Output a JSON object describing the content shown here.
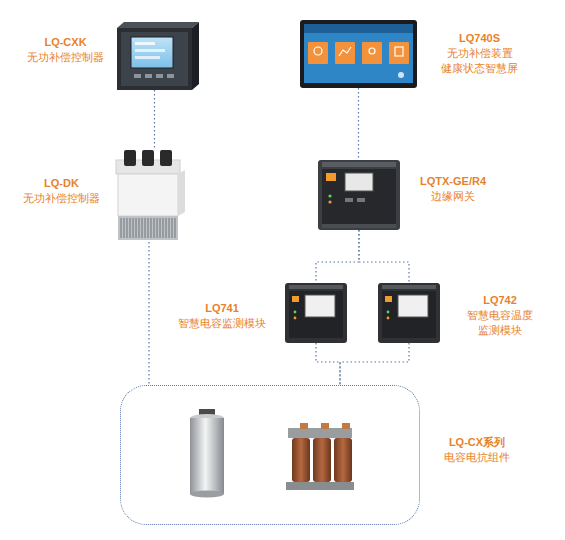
{
  "diagram": {
    "nodes": [
      {
        "text": [
          "LQ-CXK",
          "无功补偿控制器"
        ]
      },
      {
        "text": [
          "LQ740S",
          "无功补偿装置 健康状态智慧屏"
        ]
      },
      {
        "text": [
          "LQ-DK",
          "无功补偿控制器"
        ]
      },
      {
        "text": [
          "LQTX-GE/R4",
          "边缘网关"
        ]
      },
      {
        "text": [
          "LQ741",
          "智慧电容监测模块"
        ]
      },
      {
        "text": [
          "LQ742",
          "智慧电容温度 监测模块"
        ]
      },
      {
        "text": [
          "LQ-CX系列",
          "电容电抗组件"
        ]
      }
    ],
    "edges": [
      {
        "from": 0,
        "to": 2,
        "arrow": "none"
      },
      {
        "from": 2,
        "to": 6,
        "arrow": "none"
      },
      {
        "from": 1,
        "to": 3,
        "arrow": "none"
      },
      {
        "from": 3,
        "to": 4,
        "arrow": "none"
      },
      {
        "from": 3,
        "to": 5,
        "arrow": "none"
      },
      {
        "from": 4,
        "to": 6,
        "arrow": "none"
      },
      {
        "from": 5,
        "to": 6,
        "arrow": "none"
      }
    ]
  }
}
